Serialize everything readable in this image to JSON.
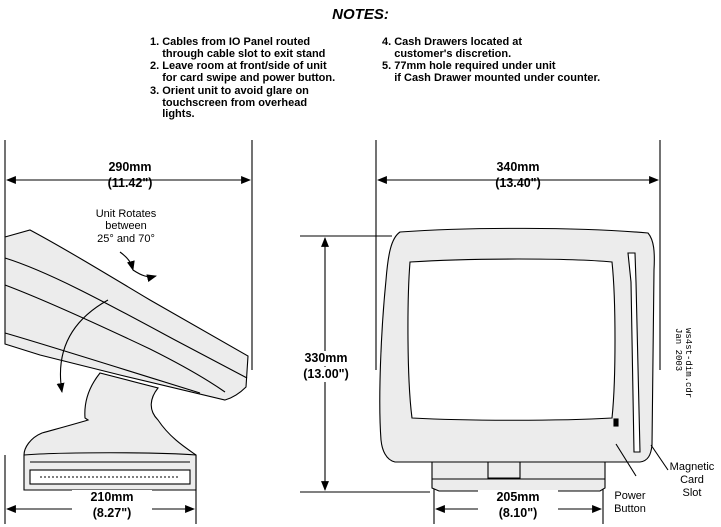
{
  "notes": {
    "title": "NOTES:",
    "left": [
      "1. Cables from IO Panel routed\n    through cable slot to exit stand",
      "2. Leave room at front/side of unit\n    for card swipe and power button.",
      "3. Orient unit to avoid glare on\n    touchscreen from overhead\n    lights."
    ],
    "right": [
      "4. Cash Drawers located at\n    customer's discretion.",
      "5. 77mm hole required under unit\n    if Cash Drawer mounted under counter."
    ]
  },
  "side_view": {
    "depth_mm": "290mm",
    "depth_in": "(11.42\")",
    "base_mm": "210mm",
    "base_in": "(8.27\")",
    "rotation_line1": "Unit Rotates",
    "rotation_line2": "between",
    "rotation_line3": "25° and 70°"
  },
  "front_view": {
    "width_mm": "340mm",
    "width_in": "(13.40\")",
    "height_mm": "330mm",
    "height_in": "(13.00\")",
    "base_mm": "205mm",
    "base_in": "(8.10\")",
    "power_button_label_1": "Power",
    "power_button_label_2": "Button",
    "card_slot_label_1": "Magnetic",
    "card_slot_label_2": "Card",
    "card_slot_label_3": "Slot"
  },
  "file_stamp": "ws4st-dim.cdr\nJan 2003"
}
